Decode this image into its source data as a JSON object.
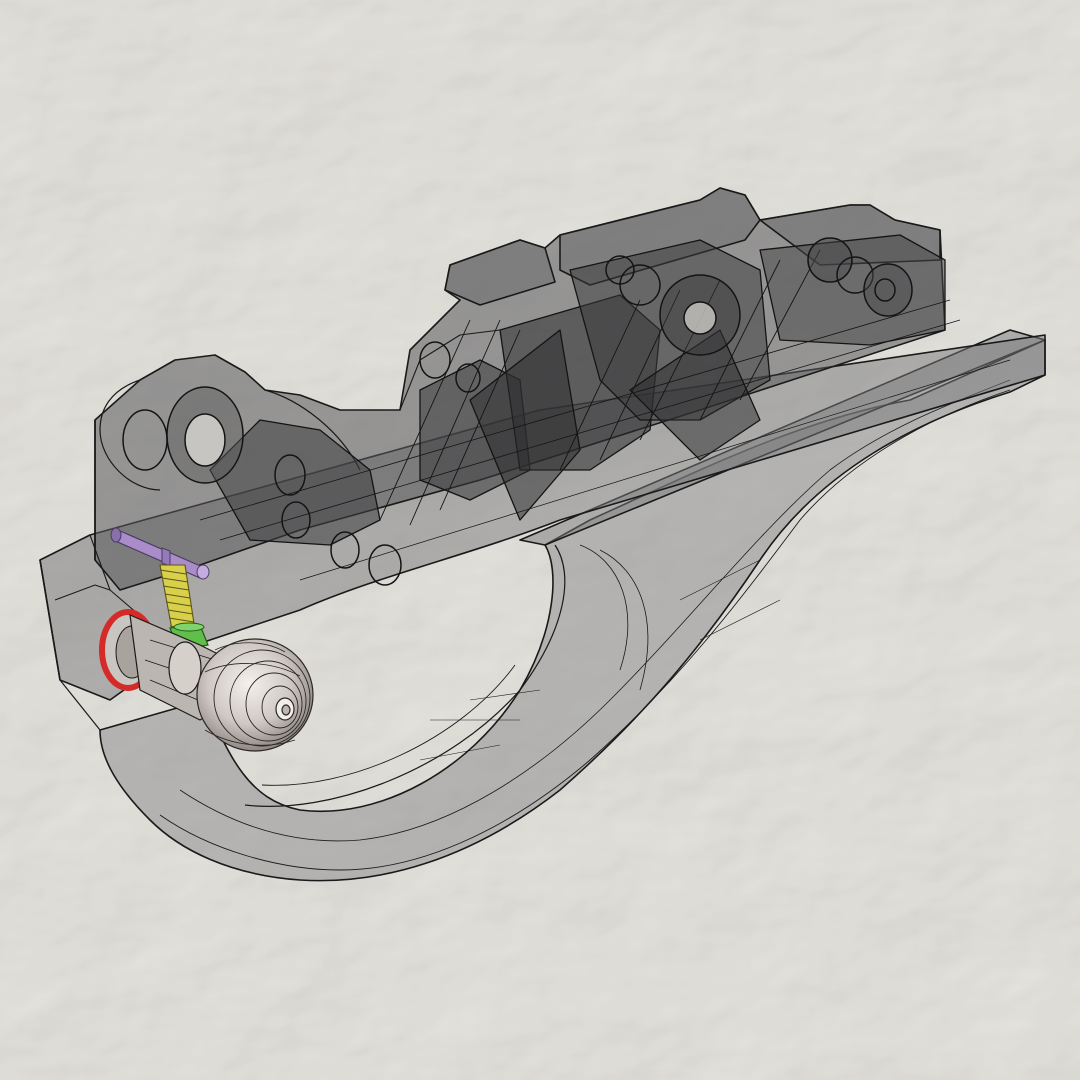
{
  "scene": {
    "subject": "transparent-trigger-guard-assembly-render",
    "colors": {
      "paper": "#e8e6df",
      "paper_dark": "#d4d1c8",
      "shell_fill": "#5f5f61",
      "shell_stroke": "#1a1a1a",
      "inner_fill": "#3a3a3c",
      "spring": "#c9c23a",
      "spring_dark": "#7d7720",
      "pin": "#a98cc8",
      "pin_dark": "#6f5a8f",
      "bushing": "#5fbf4a",
      "oring": "#d42a2a",
      "knob": "#d8d2cc",
      "knob_dark": "#8f8882"
    },
    "parts": [
      {
        "name": "housing",
        "icon": "transparent-shell"
      },
      {
        "name": "trigger-guard-loop",
        "icon": "curved-guard"
      },
      {
        "name": "internal-levers",
        "icon": "lever-stack"
      },
      {
        "name": "cross-pin",
        "icon": "pin"
      },
      {
        "name": "coil-spring",
        "icon": "spring"
      },
      {
        "name": "bushing",
        "icon": "sleeve"
      },
      {
        "name": "o-ring",
        "icon": "ring"
      },
      {
        "name": "ribbed-knob",
        "icon": "knob"
      }
    ]
  }
}
